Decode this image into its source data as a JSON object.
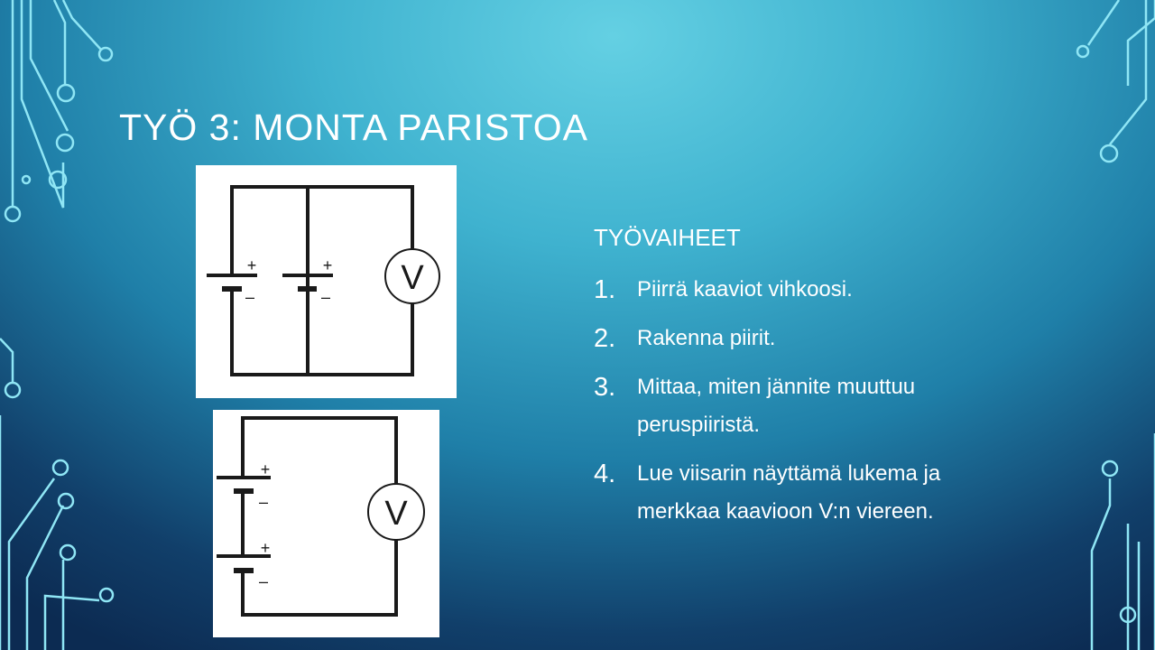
{
  "slide": {
    "title": "TYÖ 3: MONTA PARISTOA",
    "heading": "TYÖVAIHEET",
    "steps": [
      {
        "num": "1.",
        "text": "Piirrä kaaviot vihkoosi."
      },
      {
        "num": "2.",
        "text": "Rakenna piirit."
      },
      {
        "num": "3.",
        "text": "Mittaa, miten jännite muuttuu peruspiiristä."
      },
      {
        "num": "4.",
        "text": "Lue viisarin näyttämä lukema ja merkkaa kaavioon V:n viereen."
      }
    ],
    "circuit_parallel": {
      "plus": "+",
      "minus": "–",
      "meter": "V"
    },
    "circuit_series": {
      "plus": "+",
      "minus": "–",
      "meter": "V"
    }
  }
}
